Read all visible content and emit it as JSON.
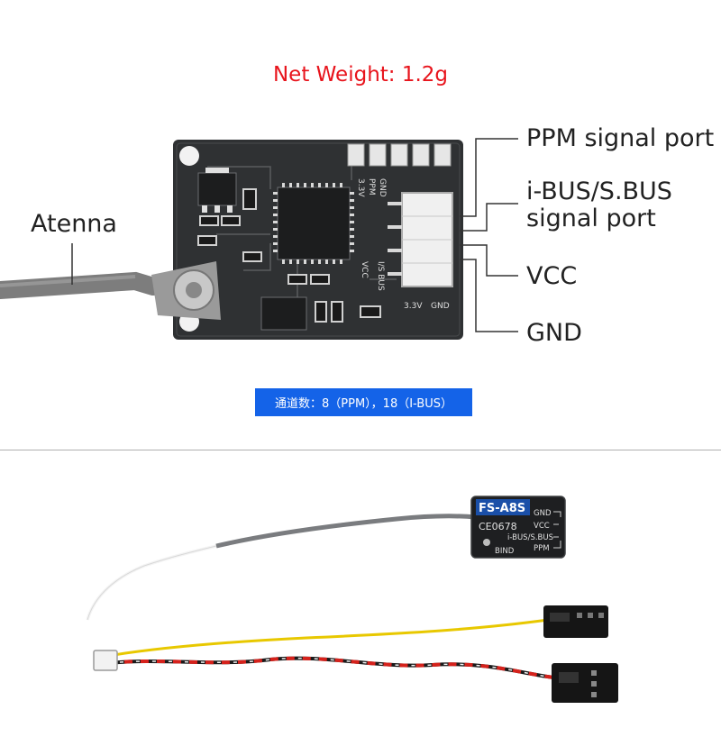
{
  "header": {
    "net_weight": "Net Weight: 1.2g"
  },
  "labels": {
    "antenna": "Atenna",
    "ppm_port": "PPM signal port",
    "ibus_line1": "i-BUS/S.BUS",
    "ibus_line2": "signal port",
    "vcc": "VCC",
    "gnd": "GND"
  },
  "channels_badge": "通道数：8（PPM），18（I-BUS）",
  "pcb_silkscreen": {
    "gnd": "GND",
    "ppm": "PPM",
    "v33": "3.3V",
    "vcc": "VCC",
    "ibus": "I/S BUS",
    "v33_bottom": "3.3V",
    "gnd_bottom": "GND"
  },
  "module_case": {
    "brand": "FS-A8S",
    "cert": "CE0678",
    "pin_gnd": "GND",
    "pin_vcc": "VCC",
    "pin_ibus": "i-BUS/S.BUS",
    "pin_ppm": "PPM",
    "bind": "BIND"
  },
  "colors": {
    "weight_text": "#e8141c",
    "badge_bg": "#1463e8",
    "pcb": "#2f3133",
    "module_label": "#1a4fa8"
  }
}
